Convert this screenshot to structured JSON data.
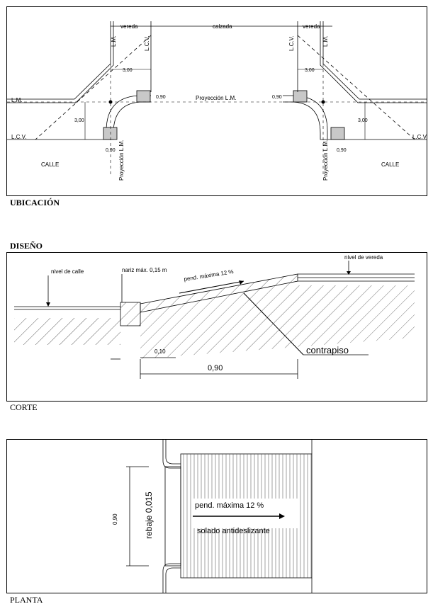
{
  "sections": {
    "ubicacion": "UBICACIÓN",
    "diseno": "DISEÑO",
    "corte": "CORTE",
    "planta": "PLANTA"
  },
  "ubicacion": {
    "vereda": "vereda",
    "calzada": "calzada",
    "lm": "L.M.",
    "lcv": "L.C.V.",
    "dim_300": "3,00",
    "dim_090": "0,90",
    "proyeccion_lm": "Proyección L.M.",
    "calle": "CALLE"
  },
  "corte": {
    "nivel_calle": "nivel de calle",
    "nariz": "nariz máx. 0,15 m",
    "pendiente": "pend. máxima 12 %",
    "nivel_vereda": "nivel de vereda",
    "contrapiso": "contrapiso",
    "dim_010": "0,10",
    "dim_090": "0,90"
  },
  "planta": {
    "dim_090": "0,90",
    "rebaje": "rebaje 0,015",
    "pendiente": "pend. máxima 12 %",
    "solado": "solado antideslizante"
  }
}
